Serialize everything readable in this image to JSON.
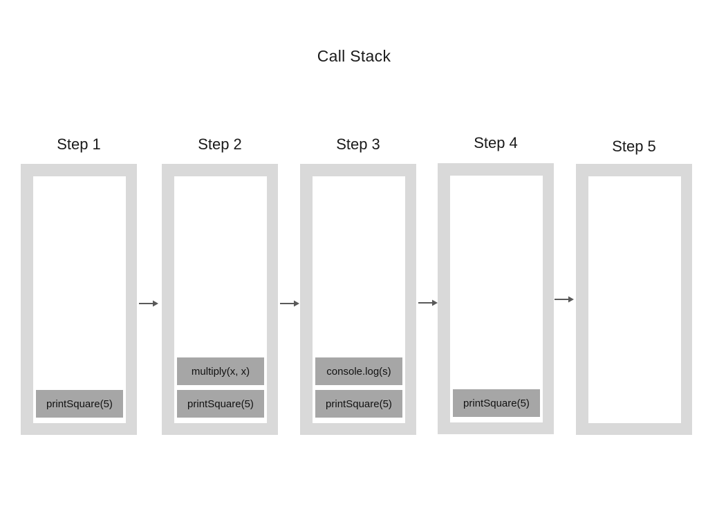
{
  "title": "Call Stack",
  "steps": [
    {
      "label": "Step 1",
      "frames": [
        "printSquare(5)"
      ]
    },
    {
      "label": "Step 2",
      "frames": [
        "multiply(x, x)",
        "printSquare(5)"
      ]
    },
    {
      "label": "Step 3",
      "frames": [
        "console.log(s)",
        "printSquare(5)"
      ]
    },
    {
      "label": "Step 4",
      "frames": [
        "printSquare(5)"
      ]
    },
    {
      "label": "Step 5",
      "frames": []
    }
  ],
  "icons": {
    "arrow_right": "→"
  },
  "colors": {
    "background": "#ffffff",
    "stack_container": "#d9d9d9",
    "stack_inner": "#ffffff",
    "stack_frame": "#a6a6a6",
    "arrow": "#595959",
    "text": "#1a1a1a"
  }
}
